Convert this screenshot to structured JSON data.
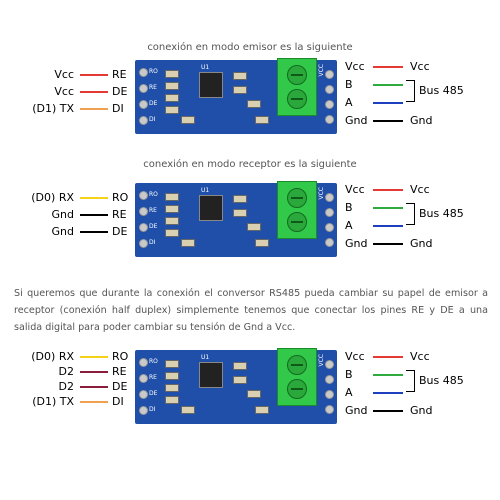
{
  "captions": {
    "emisor": "conexión en modo emisor es la siguiente",
    "receptor": "conexión en modo receptor es la siguiente"
  },
  "paragraph": "Si queremos que durante la conexión el conversor RS485 pueda cambiar su papel de emisor a receptor (conexión half duplex) simplemente tenemos que conectar los pines RE y DE a una salida digital para poder cambiar su tensión de Gnd a Vcc.",
  "board_labels": {
    "left_pins": [
      "RO",
      "RE",
      "DE",
      "DI"
    ],
    "right_pins": [
      "VCC",
      "B",
      "A",
      "GND"
    ],
    "chip": "U1"
  },
  "diagrams": [
    {
      "left": [
        {
          "src": "Vcc",
          "pin": "RE",
          "color": "#e53935"
        },
        {
          "src": "Vcc",
          "pin": "DE",
          "color": "#e53935"
        },
        {
          "src": "(D1) TX",
          "pin": "DI",
          "color": "#f0a050"
        }
      ],
      "right": [
        {
          "pin": "Vcc",
          "dst": "Vcc",
          "color": "#e53935"
        },
        {
          "pin": "B",
          "dst": "",
          "color": "#2eaa3e"
        },
        {
          "pin": "A",
          "dst": "",
          "color": "#1e3fbf"
        },
        {
          "pin": "Gnd",
          "dst": "Gnd",
          "color": "#000000"
        }
      ],
      "bus": "Bus 485"
    },
    {
      "left": [
        {
          "src": "(D0) RX",
          "pin": "RO",
          "color": "#f5d21a"
        },
        {
          "src": "Gnd",
          "pin": "RE",
          "color": "#000000"
        },
        {
          "src": "Gnd",
          "pin": "DE",
          "color": "#000000"
        }
      ],
      "right": [
        {
          "pin": "Vcc",
          "dst": "Vcc",
          "color": "#e53935"
        },
        {
          "pin": "B",
          "dst": "",
          "color": "#2eaa3e"
        },
        {
          "pin": "A",
          "dst": "",
          "color": "#1e3fbf"
        },
        {
          "pin": "Gnd",
          "dst": "Gnd",
          "color": "#000000"
        }
      ],
      "bus": "Bus 485"
    },
    {
      "left": [
        {
          "src": "(D0) RX",
          "pin": "RO",
          "color": "#f5d21a"
        },
        {
          "src": "D2",
          "pin": "RE",
          "color": "#8a1c3c"
        },
        {
          "src": "D2",
          "pin": "DE",
          "color": "#8a1c3c"
        },
        {
          "src": "(D1) TX",
          "pin": "DI",
          "color": "#f0a050"
        }
      ],
      "right": [
        {
          "pin": "Vcc",
          "dst": "Vcc",
          "color": "#e53935"
        },
        {
          "pin": "B",
          "dst": "",
          "color": "#2eaa3e"
        },
        {
          "pin": "A",
          "dst": "",
          "color": "#1e3fbf"
        },
        {
          "pin": "Gnd",
          "dst": "Gnd",
          "color": "#000000"
        }
      ],
      "bus": "Bus 485"
    }
  ]
}
